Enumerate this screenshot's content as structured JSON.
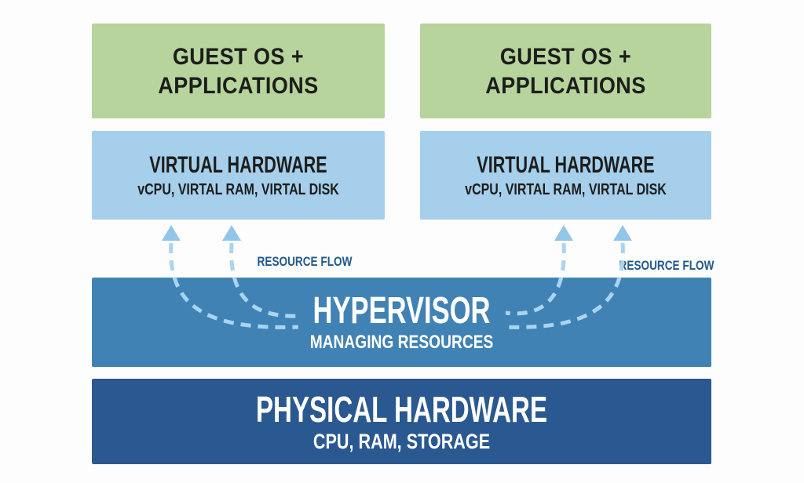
{
  "colors": {
    "guest_bg": "#b6d49c",
    "virtual_bg": "#a5cfeb",
    "hypervisor_bg": "#4182b4",
    "physical_bg": "#2a5890",
    "arrow": "#a9d4f0",
    "arrowhead": "#92c6e9",
    "flow_label": "#215a8b",
    "dark_text": "#1d1d1b",
    "light_text": "#ffffff"
  },
  "vms": [
    {
      "guest": {
        "line1": "GUEST OS +",
        "line2": "APPLICATIONS"
      },
      "virtual_hardware": {
        "title": "VIRTUAL HARDWARE",
        "subtitle": "vCPU, VIRTAL RAM, VIRTAL DISK"
      },
      "resource_flow_label": "RESOURCE FLOW"
    },
    {
      "guest": {
        "line1": "GUEST OS +",
        "line2": "APPLICATIONS"
      },
      "virtual_hardware": {
        "title": "VIRTUAL HARDWARE",
        "subtitle": "vCPU, VIRTAL RAM, VIRTAL DISK"
      },
      "resource_flow_label": "RESOURCE FLOW"
    }
  ],
  "hypervisor": {
    "title": "HYPERVISOR",
    "subtitle": "MANAGING RESOURCES"
  },
  "physical_hardware": {
    "title": "PHYSICAL HARDWARE",
    "subtitle": "CPU, RAM, STORAGE"
  }
}
